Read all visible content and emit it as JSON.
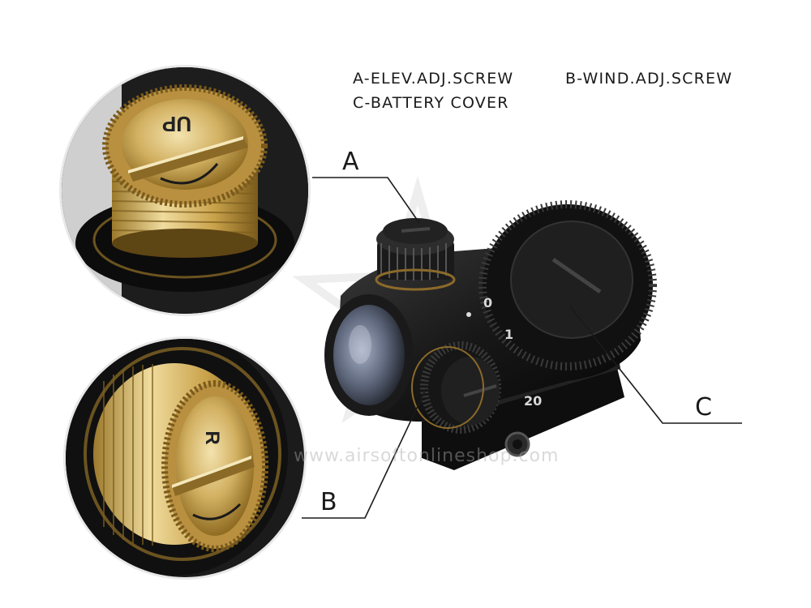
{
  "legend": {
    "a": "A-ELEV.ADJ.SCREW",
    "b": "B-WIND.ADJ.SCREW",
    "c": "C-BATTERY COVER"
  },
  "callouts": {
    "a": "A",
    "b": "B",
    "c": "C"
  },
  "screws": {
    "elevation_mark": "UP",
    "windage_mark": "R"
  },
  "sight_marking": "20",
  "watermark": "www.airsoftonlineshop.com",
  "colors": {
    "brass": "#c9a24a",
    "body": "#151515",
    "line": "#1a1a1a"
  }
}
